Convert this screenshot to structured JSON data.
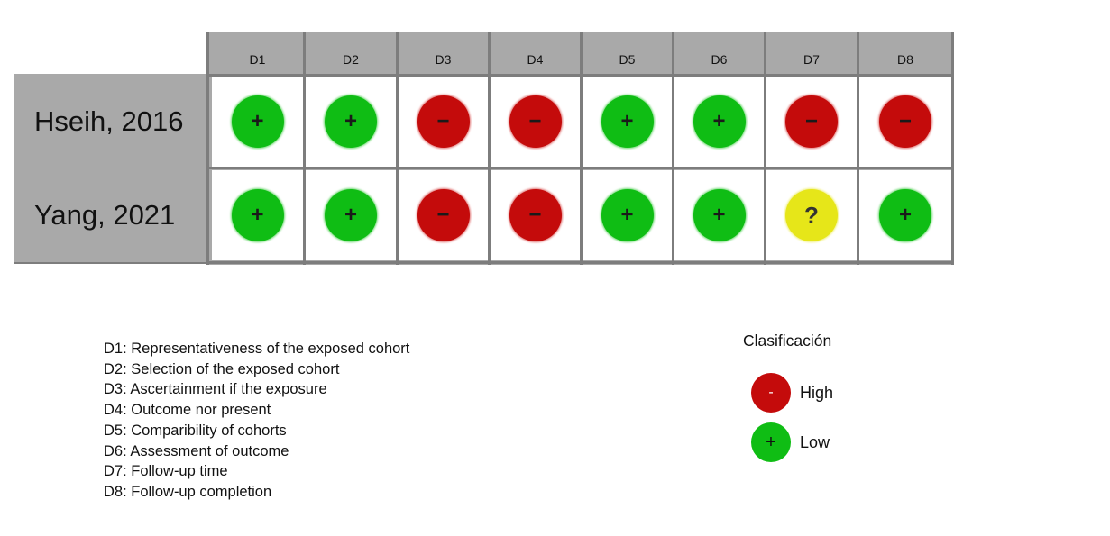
{
  "domains": [
    "D1",
    "D2",
    "D3",
    "D4",
    "D5",
    "D6",
    "D7",
    "D8"
  ],
  "studies": [
    {
      "name": "Hseih, 2016",
      "ratings": [
        "low",
        "low",
        "high",
        "high",
        "low",
        "low",
        "high",
        "high"
      ]
    },
    {
      "name": "Yang, 2021",
      "ratings": [
        "low",
        "low",
        "high",
        "high",
        "low",
        "low",
        "unclear",
        "low"
      ]
    }
  ],
  "symbols": {
    "low": "+",
    "high": "−",
    "unclear": "?"
  },
  "colors": {
    "low": "#0fbd14",
    "high": "#c40b0b",
    "unclear": "#e6e619",
    "grid": "#a9a9a9"
  },
  "definitions": [
    "D1: Representativeness of the exposed cohort",
    "D2: Selection of the exposed cohort",
    "D3: Ascertainment if the exposure",
    "D4: Outcome nor present",
    "D5: Comparibility of cohorts",
    "D6: Assessment of outcome",
    "D7: Follow-up time",
    "D8: Follow-up completion"
  ],
  "legend": {
    "title": "Clasificación",
    "items": [
      {
        "key": "high",
        "symbol": "-",
        "label": "High"
      },
      {
        "key": "low",
        "symbol": "+",
        "label": "Low"
      }
    ]
  }
}
